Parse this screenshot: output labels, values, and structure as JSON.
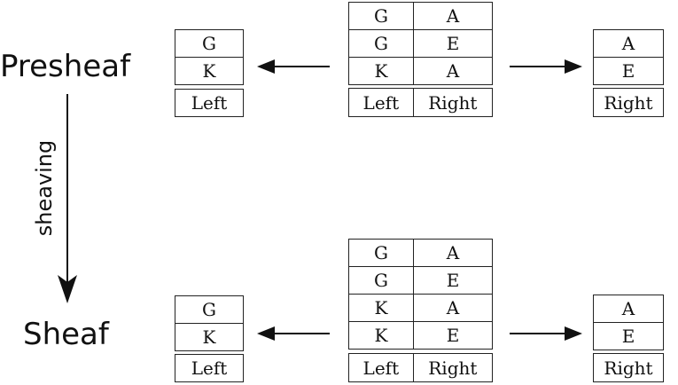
{
  "labels": {
    "presheaf": "Presheaf",
    "sheaf": "Sheaf",
    "sheaving": "sheaving"
  },
  "presheaf": {
    "left": {
      "rows": [
        "G",
        "K"
      ],
      "header": "Left"
    },
    "middle": {
      "rows": [
        [
          "G",
          "A"
        ],
        [
          "G",
          "E"
        ],
        [
          "K",
          "A"
        ]
      ],
      "header": [
        "Left",
        "Right"
      ]
    },
    "right": {
      "rows": [
        "A",
        "E"
      ],
      "header": "Right"
    }
  },
  "sheaf": {
    "left": {
      "rows": [
        "G",
        "K"
      ],
      "header": "Left"
    },
    "middle": {
      "rows": [
        [
          "G",
          "A"
        ],
        [
          "G",
          "E"
        ],
        [
          "K",
          "A"
        ],
        [
          "K",
          "E"
        ]
      ],
      "header": [
        "Left",
        "Right"
      ]
    },
    "right": {
      "rows": [
        "A",
        "E"
      ],
      "header": "Right"
    }
  }
}
